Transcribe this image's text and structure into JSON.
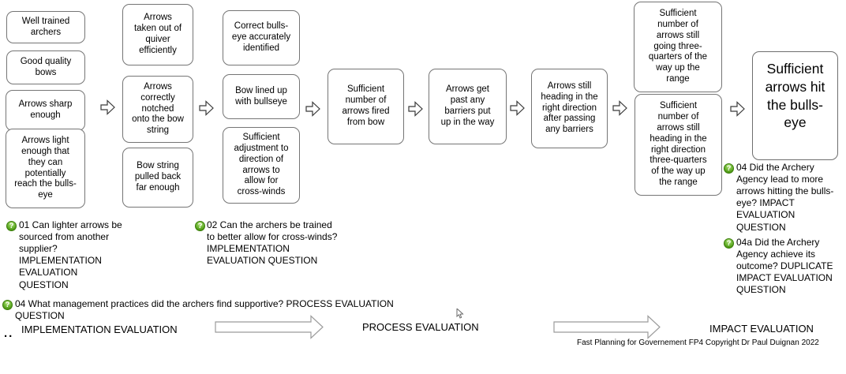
{
  "flow": {
    "col1_box1": "Well trained archers",
    "col1_box2": "Good quality bows",
    "col1_box3": "Arrows sharp enough",
    "col1_box4": "Arrows light enough that they can potentially reach the bulls-eye",
    "col2_box1": "Arrows taken out of quiver efficiently",
    "col2_box2": "Arrows correctly notched onto the bow string",
    "col2_box3": "Bow string pulled back far enough",
    "col3_box1": "Correct bulls-eye accurately identified",
    "col3_box2": "Bow lined up with bullseye",
    "col3_box3": "Sufficient adjustment to direction of arrows to allow for cross-winds",
    "col4_box1": "Sufficient number of arrows fired from bow",
    "col5_box1": "Arrows get past any barriers put up in the way",
    "col6_box1": "Arrows still heading in the right direction after passing any barriers",
    "col7_box1": "Sufficient number of arrows still going three-quarters of the way up the range",
    "col7_box2": "Sufficient number of arrows still heading in the right direction three-quarters of the way up the range",
    "outcome_box": "Sufficient arrows hit the bulls-eye"
  },
  "questions": {
    "q01": "01 Can lighter arrows be sourced from another supplier? IMPLEMENTATION EVALUATION QUESTION",
    "q02": "02 Can the archers be trained to better allow for cross-winds? IMPLEMENTATION EVALUATION QUESTION",
    "q04_process": "04 What management practices did the archers find supportive? PROCESS EVALUATION QUESTION",
    "q04_impact": "04 Did the Archery Agency lead to more arrows hitting the bulls-eye? IMPACT EVALUATION QUESTION",
    "q04a_impact": "04a Did the Archery Agency achieve its outcome? DUPLICATE IMPACT EVALUATION QUESTION"
  },
  "bands": {
    "implementation": "IMPLEMENTATION EVALUATION",
    "process": "PROCESS EVALUATION",
    "impact": "IMPACT EVALUATION"
  },
  "footer": {
    "dots": "..",
    "copyright": "Fast Planning for Governement FP4 Copyright Dr Paul Duignan 2022"
  },
  "icons": {
    "question_glyph": "?",
    "green_accent": "#4f9a14",
    "box_border": "#757575"
  }
}
